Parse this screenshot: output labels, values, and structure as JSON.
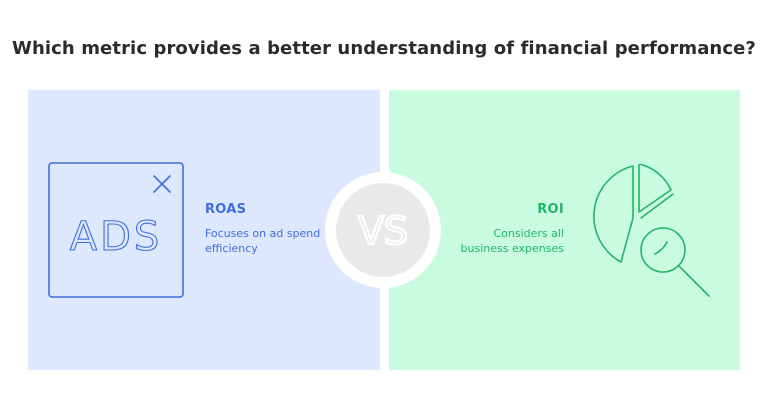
{
  "title": "Which metric provides a better understanding of financial performance?",
  "left": {
    "heading": "ROAS",
    "description": "Focuses on ad spend efficiency",
    "icon": "ads-window-icon",
    "icon_text": "ADS",
    "color": "#3f6fdc",
    "background": "#dde7fd"
  },
  "right": {
    "heading": "ROI",
    "description": "Considers all business expenses",
    "icon": "pie-chart-magnifier-icon",
    "color": "#23b569",
    "background": "#c9fbe0"
  },
  "center": {
    "label": "VS",
    "icon": "versus-badge-icon"
  }
}
